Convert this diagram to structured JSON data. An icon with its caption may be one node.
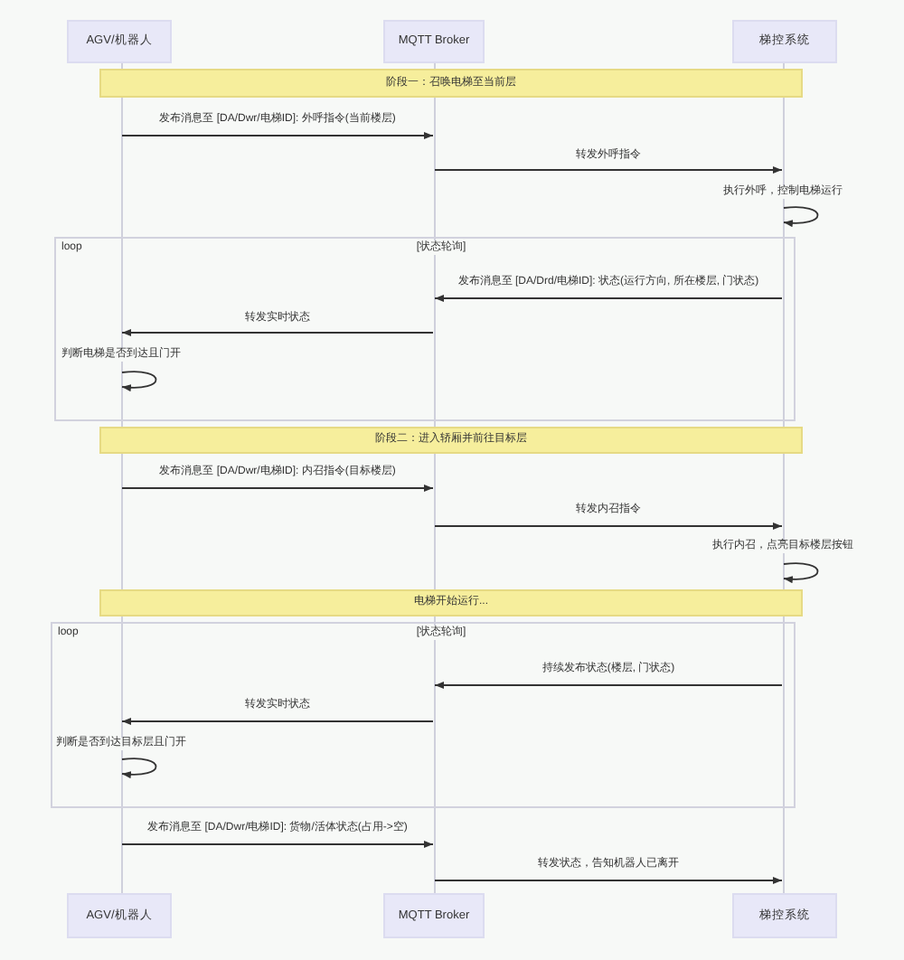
{
  "diagram": {
    "nodes": [
      {
        "text": [
          "AGV/机器人"
        ]
      },
      {
        "text": [
          "MQTT Broker"
        ]
      },
      {
        "text": [
          "梯控系统"
        ]
      },
      {
        "text": [],
        "shape": "line"
      },
      {
        "text": [],
        "shape": "line"
      },
      {
        "text": [],
        "shape": "line"
      },
      {
        "text": [
          "阶段一：召唤电梯至当前层"
        ]
      },
      {
        "text": [
          "阶段二：进入轿厢并前往目标层"
        ]
      },
      {
        "text": [
          "电梯开始运行..."
        ]
      },
      {
        "text": [
          "AGV/机器人"
        ]
      },
      {
        "text": [
          "MQTT Broker"
        ]
      },
      {
        "text": [
          "梯控系统"
        ]
      }
    ],
    "edges": [
      {
        "from": 3,
        "to": 4,
        "arrow": "to",
        "label": "发布消息至 [DA/Dwr/电梯ID]: 外呼指令(当前楼层)"
      },
      {
        "from": 4,
        "to": 5,
        "arrow": "to",
        "label": "转发外呼指令"
      },
      {
        "from": 5,
        "to": 5,
        "arrow": "to",
        "label": "执行外呼，控制电梯运行"
      },
      {
        "from": 5,
        "to": 4,
        "arrow": "to",
        "label": "发布消息至 [DA/Drd/电梯ID]: 状态(运行方向, 所在楼层, 门状态)"
      },
      {
        "from": 4,
        "to": 3,
        "arrow": "to",
        "label": "转发实时状态"
      },
      {
        "from": 3,
        "to": 3,
        "arrow": "to",
        "label": "判断电梯是否到达且门开"
      },
      {
        "from": 3,
        "to": 4,
        "arrow": "to",
        "label": "发布消息至 [DA/Dwr/电梯ID]: 内召指令(目标楼层)"
      },
      {
        "from": 4,
        "to": 5,
        "arrow": "to",
        "label": "转发内召指令"
      },
      {
        "from": 5,
        "to": 5,
        "arrow": "to",
        "label": "执行内召，点亮目标楼层按钮"
      },
      {
        "from": 5,
        "to": 4,
        "arrow": "to",
        "label": "持续发布状态(楼层, 门状态)"
      },
      {
        "from": 4,
        "to": 3,
        "arrow": "to",
        "label": "转发实时状态"
      },
      {
        "from": 3,
        "to": 3,
        "arrow": "to",
        "label": "判断是否到达目标层且门开"
      },
      {
        "from": 3,
        "to": 4,
        "arrow": "to",
        "label": "发布消息至 [DA/Dwr/电梯ID]: 货物/活体状态(占用->空)"
      },
      {
        "from": 4,
        "to": 5,
        "arrow": "to",
        "label": "转发状态，告知机器人已离开"
      }
    ],
    "labels": [
      "loop",
      "[状态轮询]",
      "loop",
      "[状态轮询]"
    ]
  }
}
